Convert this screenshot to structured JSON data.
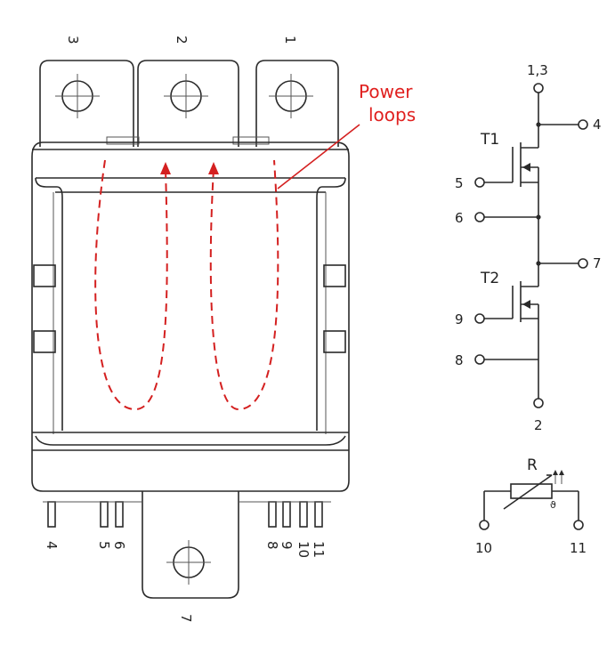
{
  "colors": {
    "outline": "#2a2a2a",
    "loop": "#d42020",
    "annotation": "#e0201f",
    "background": "#ffffff"
  },
  "annotation": {
    "line1": "Power",
    "line2": "loops"
  },
  "package": {
    "top_terminals": [
      "3",
      "2",
      "1"
    ],
    "bottom_pins_left": [
      "4",
      "5",
      "6"
    ],
    "bottom_pins_right": [
      "8",
      "9",
      "10",
      "11"
    ],
    "bottom_terminal": "7"
  },
  "schematic": {
    "top_node": "1,3",
    "bottom_node": "2",
    "transistor_upper": "T1",
    "transistor_lower": "T2",
    "pins": {
      "p4": "4",
      "p5": "5",
      "p6": "6",
      "p7": "7",
      "p9": "9",
      "p8": "8"
    },
    "thermistor": {
      "label": "R",
      "theta_symbol": "ϑ",
      "pin_left": "10",
      "pin_right": "11"
    }
  }
}
